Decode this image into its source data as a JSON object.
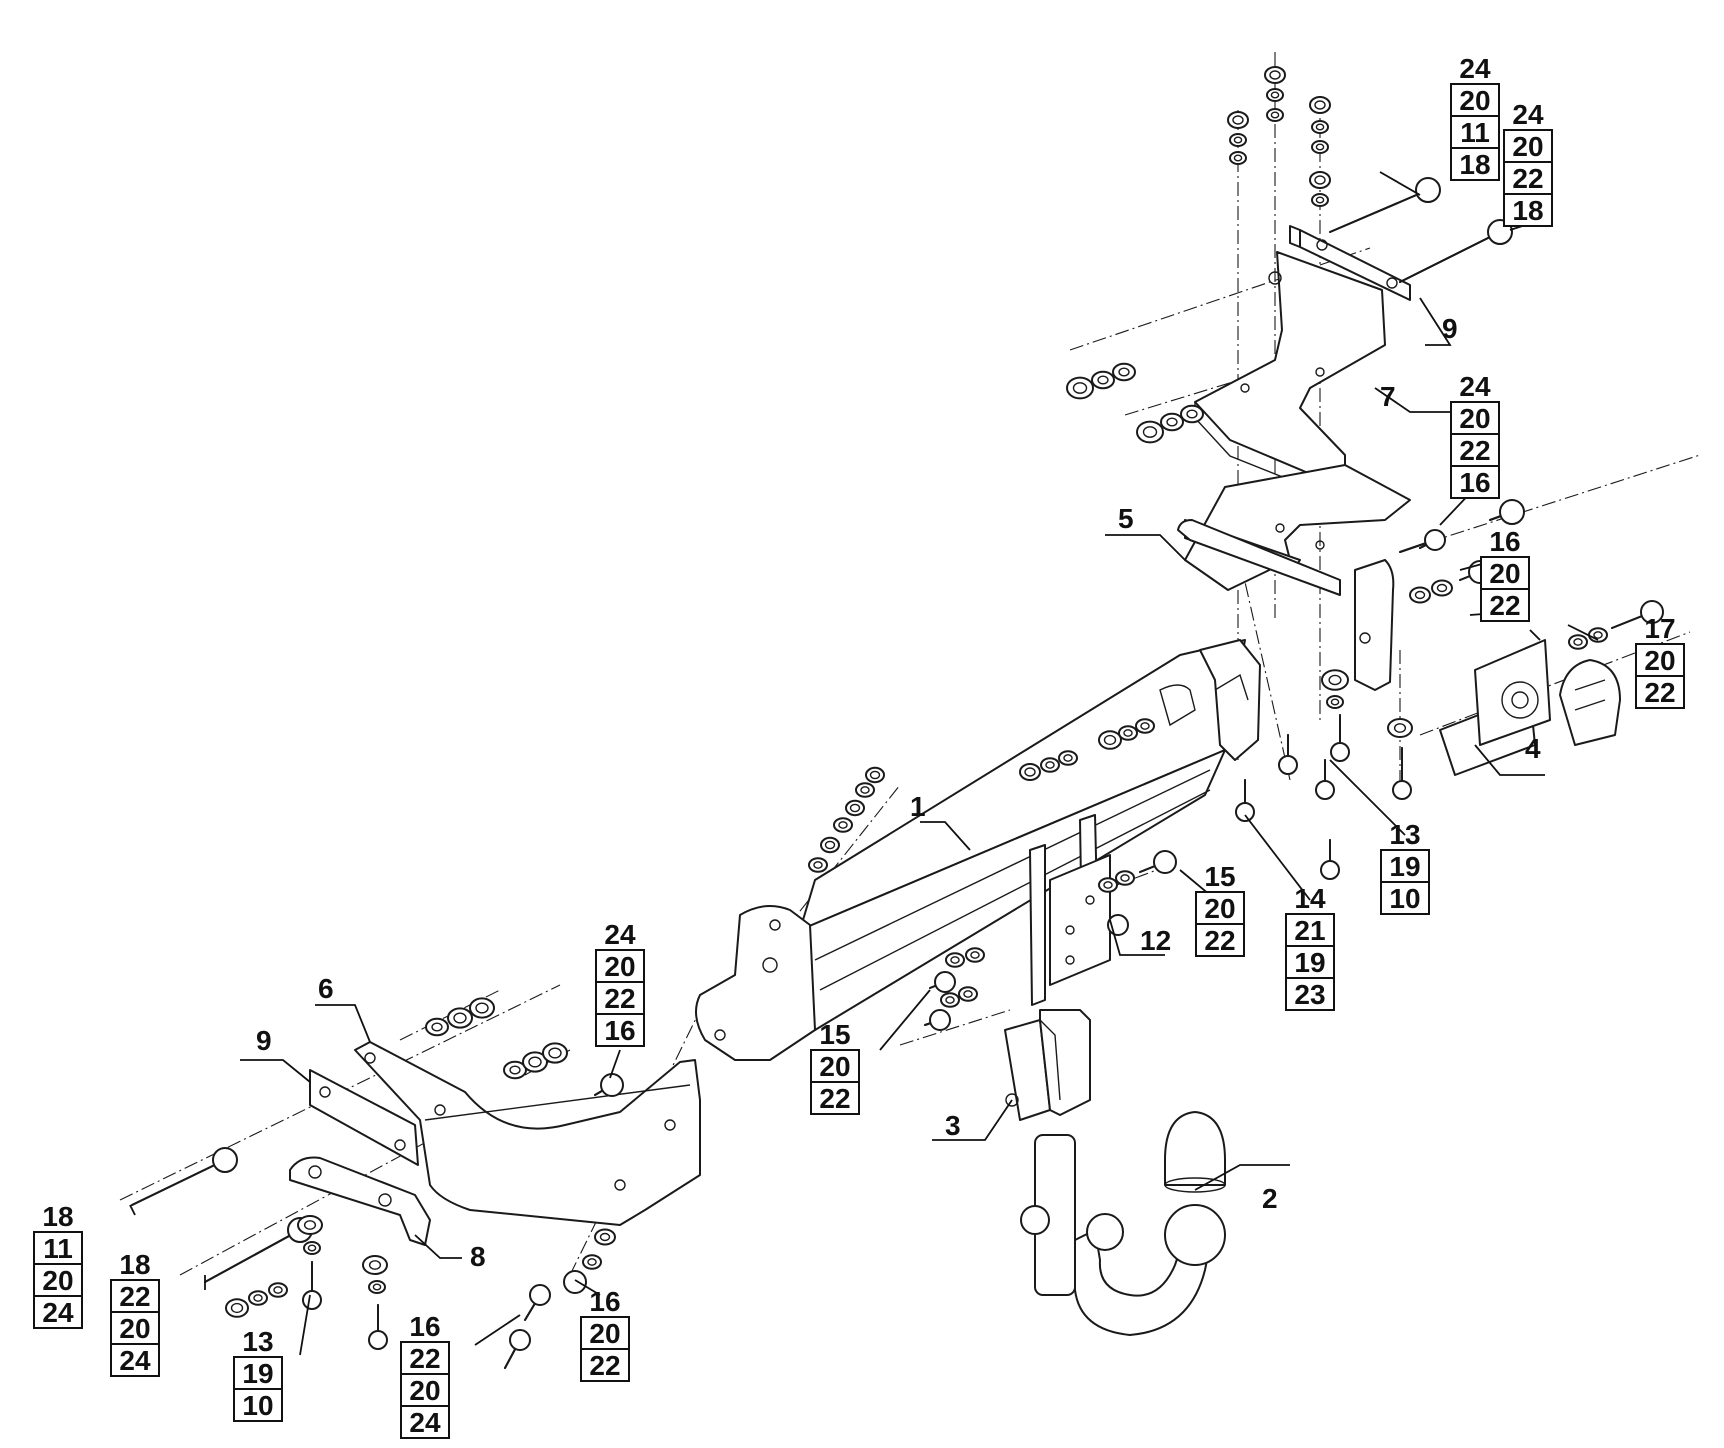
{
  "callouts": {
    "c1": "1",
    "c2": "2",
    "c3": "3",
    "c4": "4",
    "c5": "5",
    "c6": "6",
    "c7": "7",
    "c8": "8",
    "c9a": "9",
    "c9b": "9",
    "c12": "12"
  },
  "stacks": {
    "s_tr1": [
      "24",
      "20",
      "11",
      "18"
    ],
    "s_tr2": [
      "24",
      "20",
      "22",
      "18"
    ],
    "s_r16a": [
      "24",
      "20",
      "22",
      "16"
    ],
    "s_r16b": [
      "16",
      "20",
      "22"
    ],
    "s_r17": [
      "17",
      "20",
      "22"
    ],
    "s_r13": [
      "13",
      "19",
      "10"
    ],
    "s_r14": [
      "14",
      "21",
      "19",
      "23"
    ],
    "s_m15a": [
      "15",
      "20",
      "22"
    ],
    "s_m15b": [
      "15",
      "20",
      "22"
    ],
    "s_l16a": [
      "24",
      "20",
      "22",
      "16"
    ],
    "s_l18a": [
      "18",
      "11",
      "20",
      "24"
    ],
    "s_l18b": [
      "18",
      "22",
      "20",
      "24"
    ],
    "s_l13": [
      "13",
      "19",
      "10"
    ],
    "s_l16b": [
      "16",
      "22",
      "20",
      "24"
    ],
    "s_l16c": [
      "16",
      "20",
      "22"
    ]
  }
}
